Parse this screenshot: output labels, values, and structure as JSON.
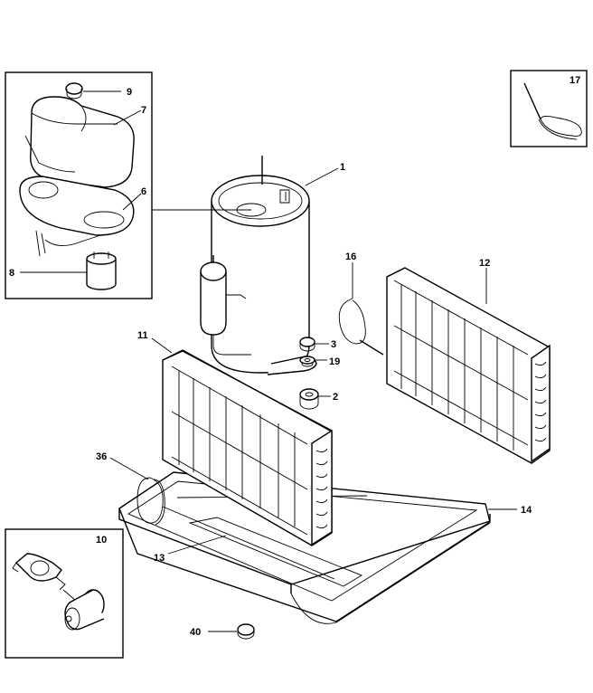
{
  "callouts": {
    "c1": "1",
    "c2": "2",
    "c3": "3",
    "c6": "6",
    "c7": "7",
    "c8": "8",
    "c9": "9",
    "c10": "10",
    "c11": "11",
    "c12": "12",
    "c13": "13",
    "c14": "14",
    "c16": "16",
    "c17": "17",
    "c19": "19",
    "c36": "36",
    "c40": "40"
  },
  "colors": {
    "line": "#000000",
    "background": "#ffffff"
  }
}
